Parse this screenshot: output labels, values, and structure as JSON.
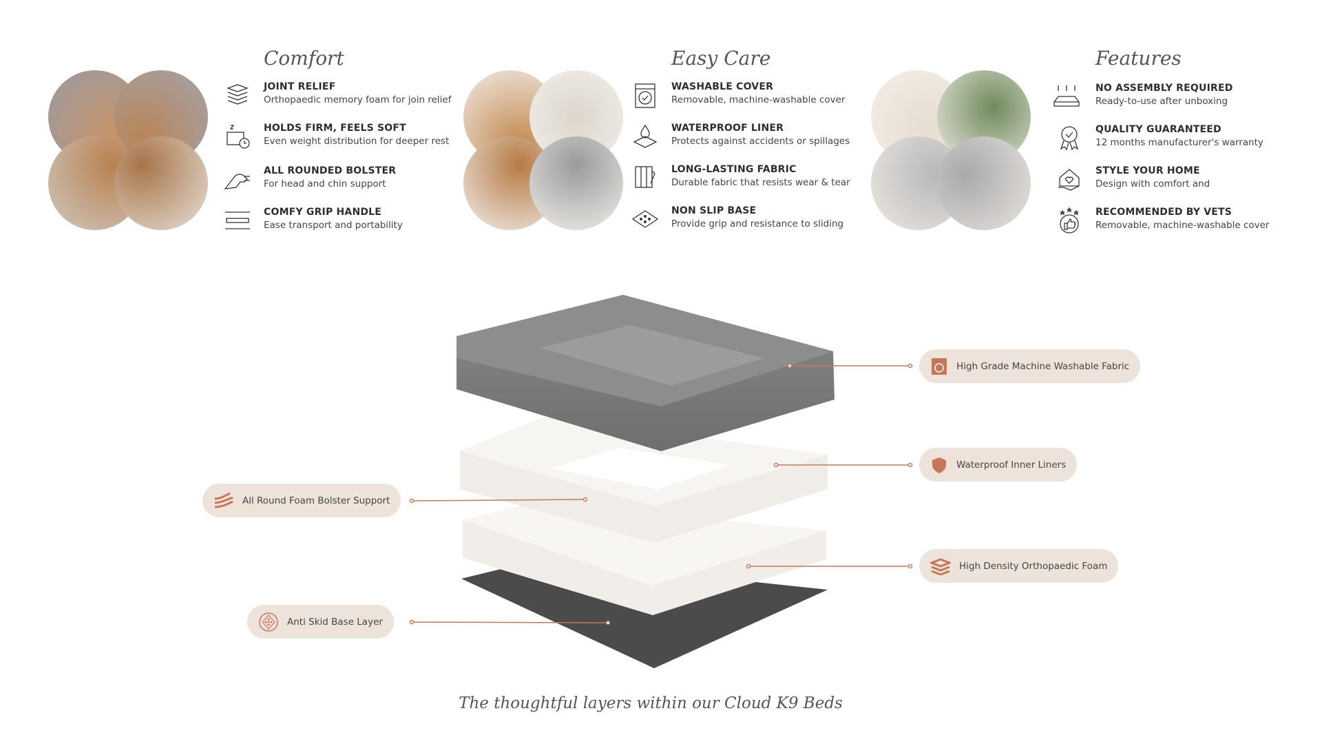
{
  "comfort": {
    "title": "Comfort",
    "items": [
      {
        "title": "JOINT RELIEF",
        "desc": "Orthopaedic memory foam for join relief",
        "icon": "foam-layers-icon"
      },
      {
        "title": "HOLDS FIRM, FEELS SOFT",
        "desc": "Even weight distribution for deeper rest",
        "icon": "sleep-pillow-clock-icon"
      },
      {
        "title": "ALL ROUNDED BOLSTER",
        "desc": "For head and chin support",
        "icon": "dog-head-rest-icon"
      },
      {
        "title": "COMFY GRIP HANDLE",
        "desc": "Ease transport and portability",
        "icon": "handle-icon"
      }
    ]
  },
  "easy_care": {
    "title": "Easy Care",
    "items": [
      {
        "title": "WASHABLE COVER",
        "desc": "Removable, machine-washable cover",
        "icon": "washing-machine-icon"
      },
      {
        "title": "WATERPROOF LINER",
        "desc": "Protects against accidents or spillages",
        "icon": "water-drop-liner-icon"
      },
      {
        "title": "LONG-LASTING FABRIC",
        "desc": "Durable fabric that resists wear & tear",
        "icon": "fabric-swatch-icon"
      },
      {
        "title": "NON SLIP BASE",
        "desc": "Provide grip and resistance to sliding",
        "icon": "non-slip-base-icon"
      }
    ]
  },
  "features": {
    "title": "Features",
    "items": [
      {
        "title": "NO ASSEMBLY REQUIRED",
        "desc": "Ready-to-use after unboxing",
        "icon": "bed-arrows-icon"
      },
      {
        "title": "QUALITY GUARANTEED",
        "desc": "12 months manufacturer's warranty",
        "icon": "quality-badge-icon"
      },
      {
        "title": "STYLE YOUR HOME",
        "desc": "Design with comfort and",
        "icon": "home-heart-icon"
      },
      {
        "title": "RECOMMENDED BY VETS",
        "desc": "Removable, machine-washable cover",
        "icon": "thumbs-up-stars-icon"
      }
    ]
  },
  "layers": {
    "fabric": "High Grade Machine Washable Fabric",
    "liners": "Waterproof Inner Liners",
    "bolster": "All Round Foam Bolster Support",
    "foam": "High Density Orthopaedic Foam",
    "base": "Anti Skid Base Layer"
  },
  "caption": "The thoughtful layers within our Cloud K9 Beds",
  "colors": {
    "accent": "#c8765a",
    "pill": "#ede3da"
  }
}
